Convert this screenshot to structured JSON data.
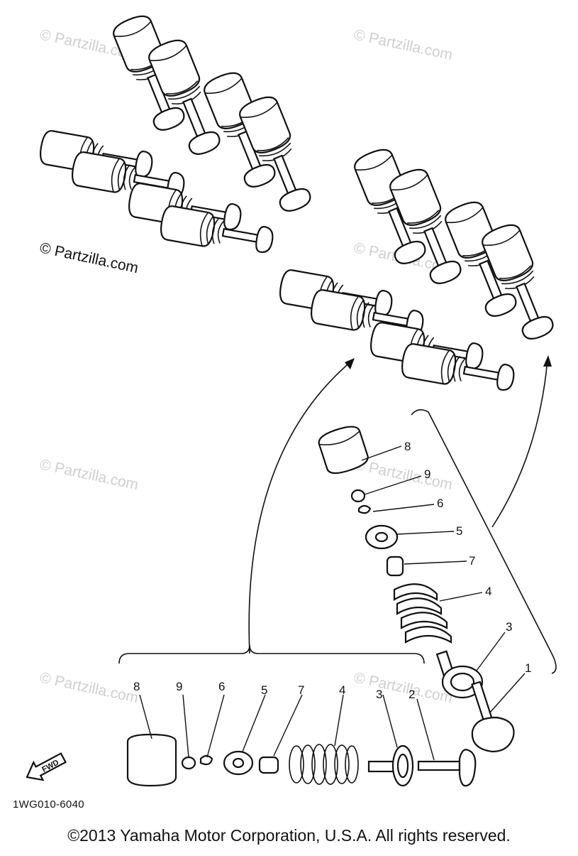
{
  "watermark_text": "© Partzilla.com",
  "callouts": {
    "upper": {
      "c8": "8",
      "c9": "9",
      "c6": "6",
      "c5": "5",
      "c7": "7",
      "c4": "4",
      "c3": "3",
      "c1": "1"
    },
    "bottom": {
      "c8": "8",
      "c9": "9",
      "c6": "6",
      "c5": "5",
      "c7": "7",
      "c4": "4",
      "c3": "3",
      "c2": "2"
    }
  },
  "fwd_label": "FWD",
  "diagram_code": "1WG010-6040",
  "copyright": "©2013  Yamaha Motor Corporation, U.S.A. All rights reserved."
}
